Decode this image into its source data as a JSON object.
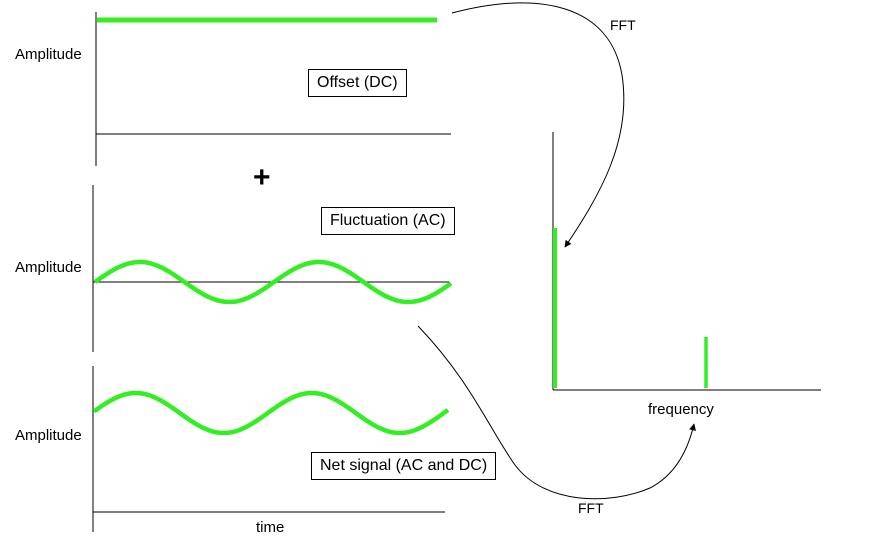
{
  "labels": {
    "amplitude_dc": "Amplitude",
    "amplitude_ac": "Amplitude",
    "amplitude_net": "Amplitude",
    "time": "time",
    "frequency": "frequency",
    "plus": "+",
    "fft_top": "FFT",
    "fft_bottom": "FFT"
  },
  "boxes": {
    "offset": "Offset (DC)",
    "fluctuation": "Fluctuation (AC)",
    "net": "Net signal (AC and DC)"
  },
  "colors": {
    "signal": "#33ee22",
    "line": "#000000",
    "background": "#ffffff"
  }
}
